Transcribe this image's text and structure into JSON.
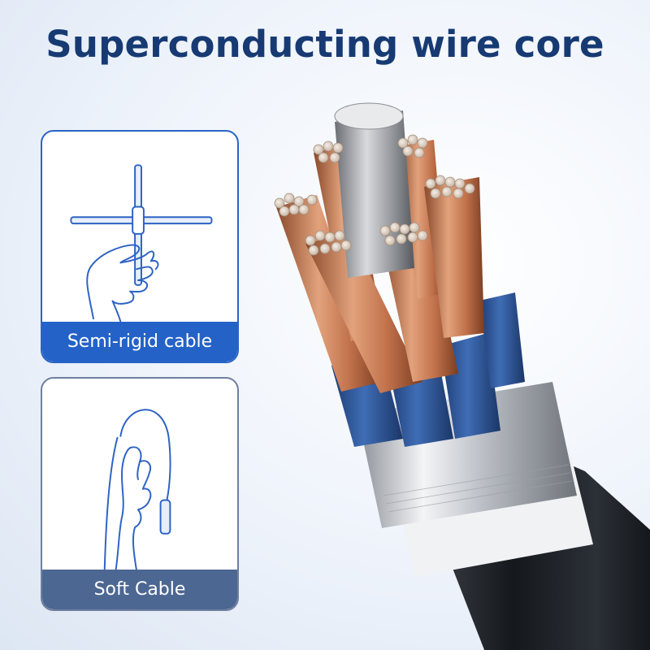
{
  "title": "Superconducting wire core",
  "cards": [
    {
      "label": "Semi-rigid cable",
      "icon": "hand-holding-rigid-cable-icon"
    },
    {
      "label": "Soft Cable",
      "icon": "hand-holding-soft-cable-icon"
    }
  ],
  "photo": {
    "subject": "cable-cross-section-image"
  },
  "colors": {
    "title": "#173a73",
    "card1_band": "#2462c8",
    "card2_band": "#4d6793",
    "insulation": "#2f5596",
    "copper": "#c97a52",
    "jacket": "#1c1f24"
  }
}
